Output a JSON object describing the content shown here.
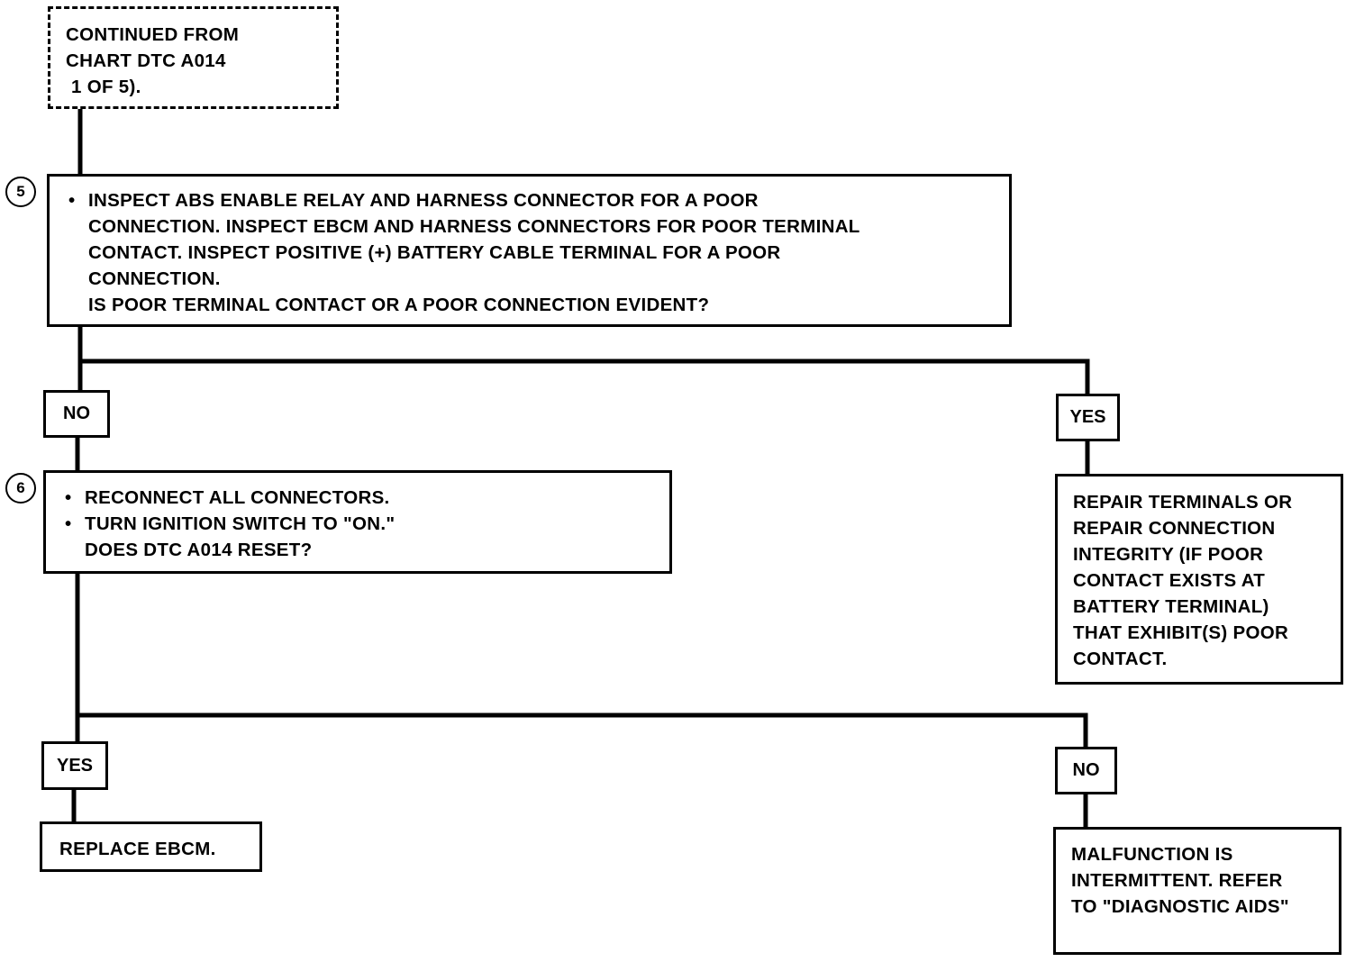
{
  "start": {
    "lines": [
      "CONTINUED FROM",
      "CHART DTC A014",
      " 1 OF 5)."
    ]
  },
  "step5": {
    "number": "5",
    "bullet_lines": [
      "INSPECT ABS ENABLE RELAY AND HARNESS CONNECTOR FOR A POOR",
      "CONNECTION. INSPECT EBCM AND HARNESS CONNECTORS FOR POOR TERMINAL",
      "CONTACT. INSPECT POSITIVE (+) BATTERY CABLE TERMINAL FOR A POOR",
      "CONNECTION."
    ],
    "question": "IS POOR TERMINAL CONTACT OR A POOR CONNECTION EVIDENT?"
  },
  "branch1": {
    "no_label": "NO",
    "yes_label": "YES"
  },
  "repair_box": {
    "lines": [
      "REPAIR TERMINALS OR",
      "REPAIR CONNECTION",
      "INTEGRITY (IF POOR",
      "CONTACT EXISTS AT",
      "BATTERY TERMINAL)",
      "THAT EXHIBIT(S) POOR",
      "CONTACT."
    ]
  },
  "step6": {
    "number": "6",
    "bullets": [
      "RECONNECT ALL CONNECTORS.",
      "TURN IGNITION SWITCH TO \"ON.\""
    ],
    "question": "DOES DTC A014 RESET?"
  },
  "branch2": {
    "yes_label": "YES",
    "no_label": "NO"
  },
  "replace_box": {
    "text": "REPLACE EBCM."
  },
  "malfunction_box": {
    "lines": [
      "MALFUNCTION IS",
      "INTERMITTENT. REFER",
      "TO \"DIAGNOSTIC AIDS\""
    ]
  }
}
